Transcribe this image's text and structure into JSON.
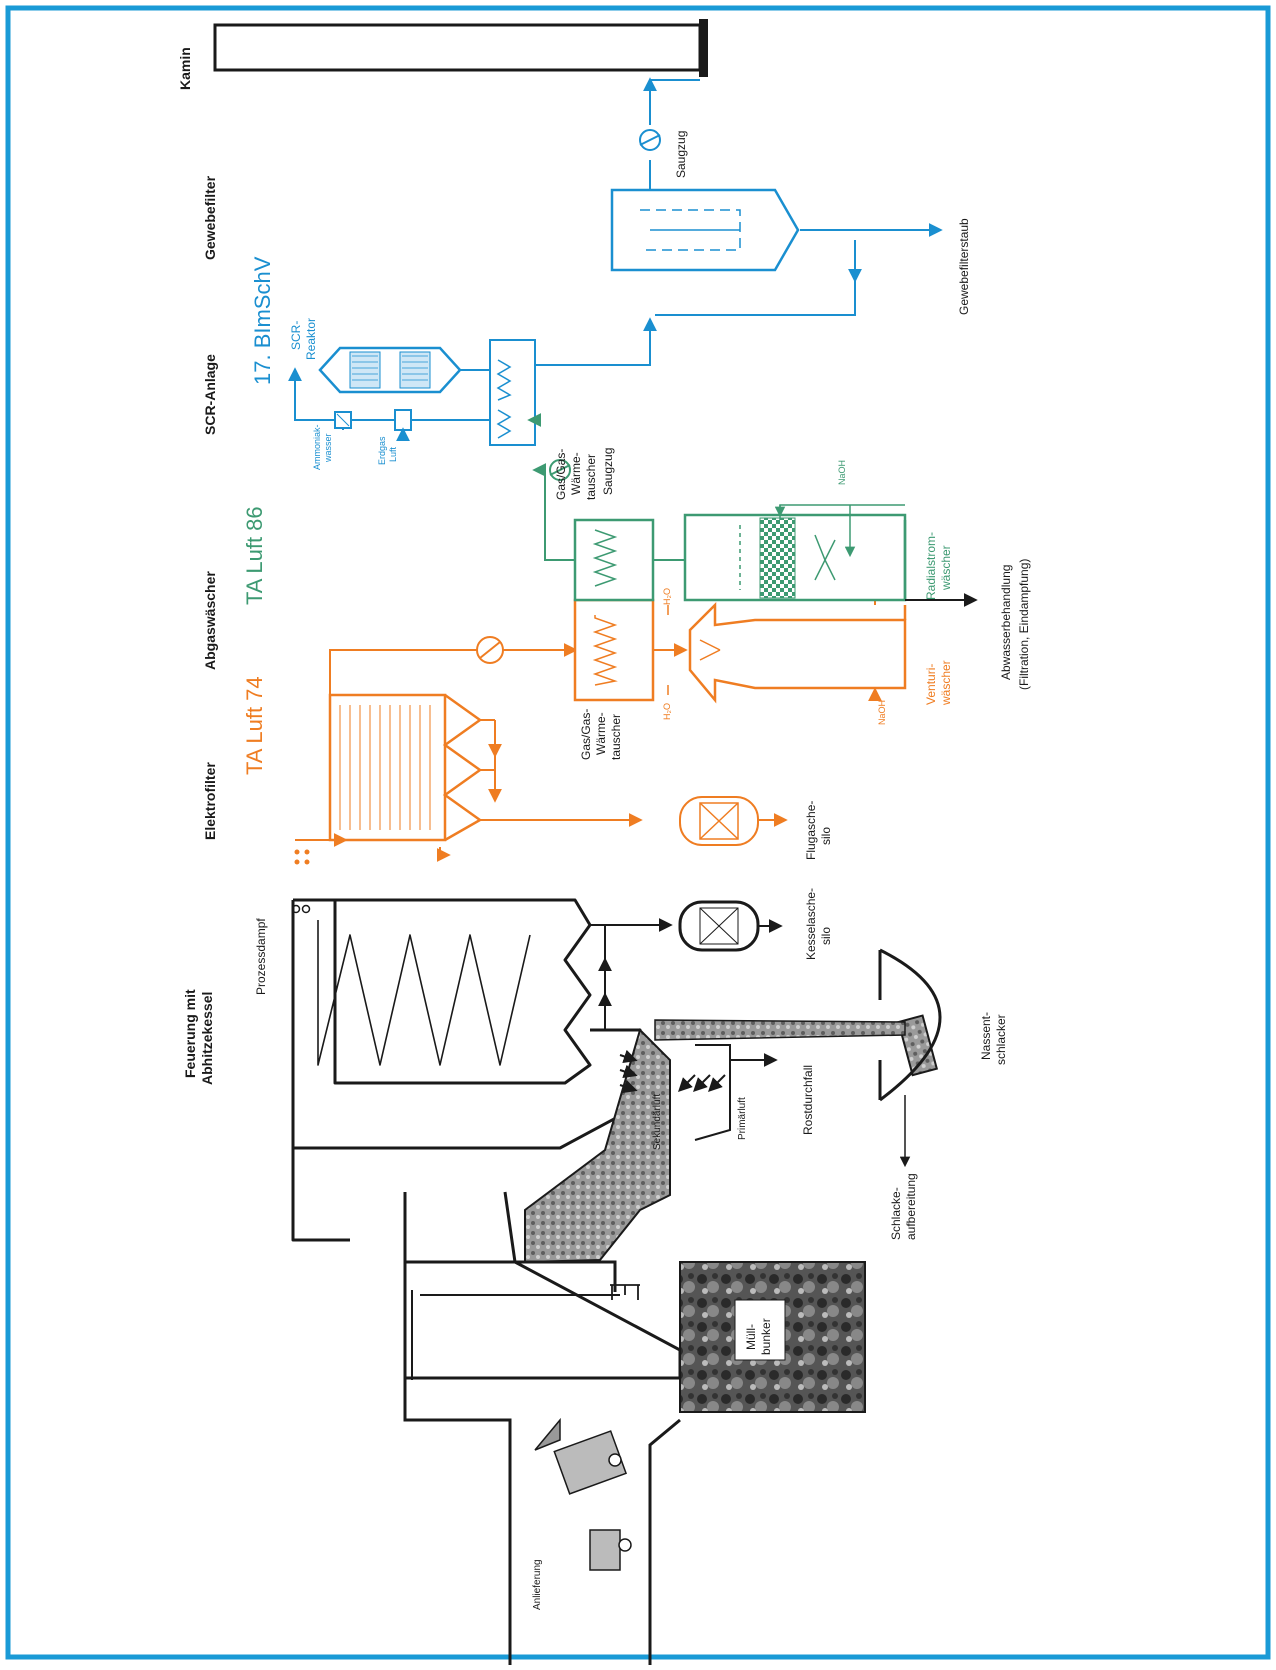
{
  "colors": {
    "frame": "#1a9ad6",
    "black": "#1a1a1a",
    "orange": "#ef7d22",
    "green": "#3d9a72",
    "blue": "#1a8fd0",
    "grey": "#8c8c8c"
  },
  "columns": {
    "kamin": "Kamin",
    "gewebefilter": "Gewebefilter",
    "scr_anlage": "SCR-Anlage",
    "abgaswaescher": "Abgaswäscher",
    "elektrofilter": "Elektrofilter",
    "feuerung_line1": "Feuerung mit",
    "feuerung_line2": "Abhitzekessel"
  },
  "regulations": {
    "bimschv": "17. BImSchV",
    "ta_luft_86": "TA Luft 86",
    "ta_luft_74": "TA Luft 74"
  },
  "labels": {
    "saugzug_top": "Saugzug",
    "gewebefilterstaub": "Gewebefilterstaub",
    "scr_reaktor_1": "SCR-",
    "scr_reaktor_2": "Reaktor",
    "ammoniak_1": "Ammoniak-",
    "ammoniak_2": "wasser",
    "erdgas_1": "Erdgas",
    "erdgas_2": "Luft",
    "gasgas_top_1": "Gas/Gas-",
    "gasgas_top_2": "Wärme-",
    "gasgas_top_3": "tauscher",
    "saugzug_mid": "Saugzug",
    "naoh_right": "NaOH",
    "radialstrom_1": "Radialstrom-",
    "radialstrom_2": "wäscher",
    "abwasser_1": "Abwasserbehandlung",
    "abwasser_2": "(Filtration, Eindampfung)",
    "venturi_1": "Venturi-",
    "venturi_2": "wäscher",
    "naoh_left": "NaOH",
    "h2o_left": "H₂O",
    "h2o_right": "H₂O",
    "gasgas_bot_1": "Gas/Gas-",
    "gasgas_bot_2": "Wärme-",
    "gasgas_bot_3": "tauscher",
    "flugasche_1": "Flugasche-",
    "flugasche_2": "silo",
    "prozessdampf": "Prozessdampf",
    "kesselasche_1": "Kesselasche-",
    "kesselasche_2": "silo",
    "rostdurchfall": "Rostdurchfall",
    "nassentschlacker_1": "Nassent-",
    "nassentschlacker_2": "schlacker",
    "primaerluft": "Primärluft",
    "sekundaerluft": "Sekundärluft",
    "schlacke_1": "Schlacke-",
    "schlacke_2": "aufbereitung",
    "muell_1": "Müll-",
    "muell_2": "bunker",
    "anlieferung": "Anlieferung"
  }
}
